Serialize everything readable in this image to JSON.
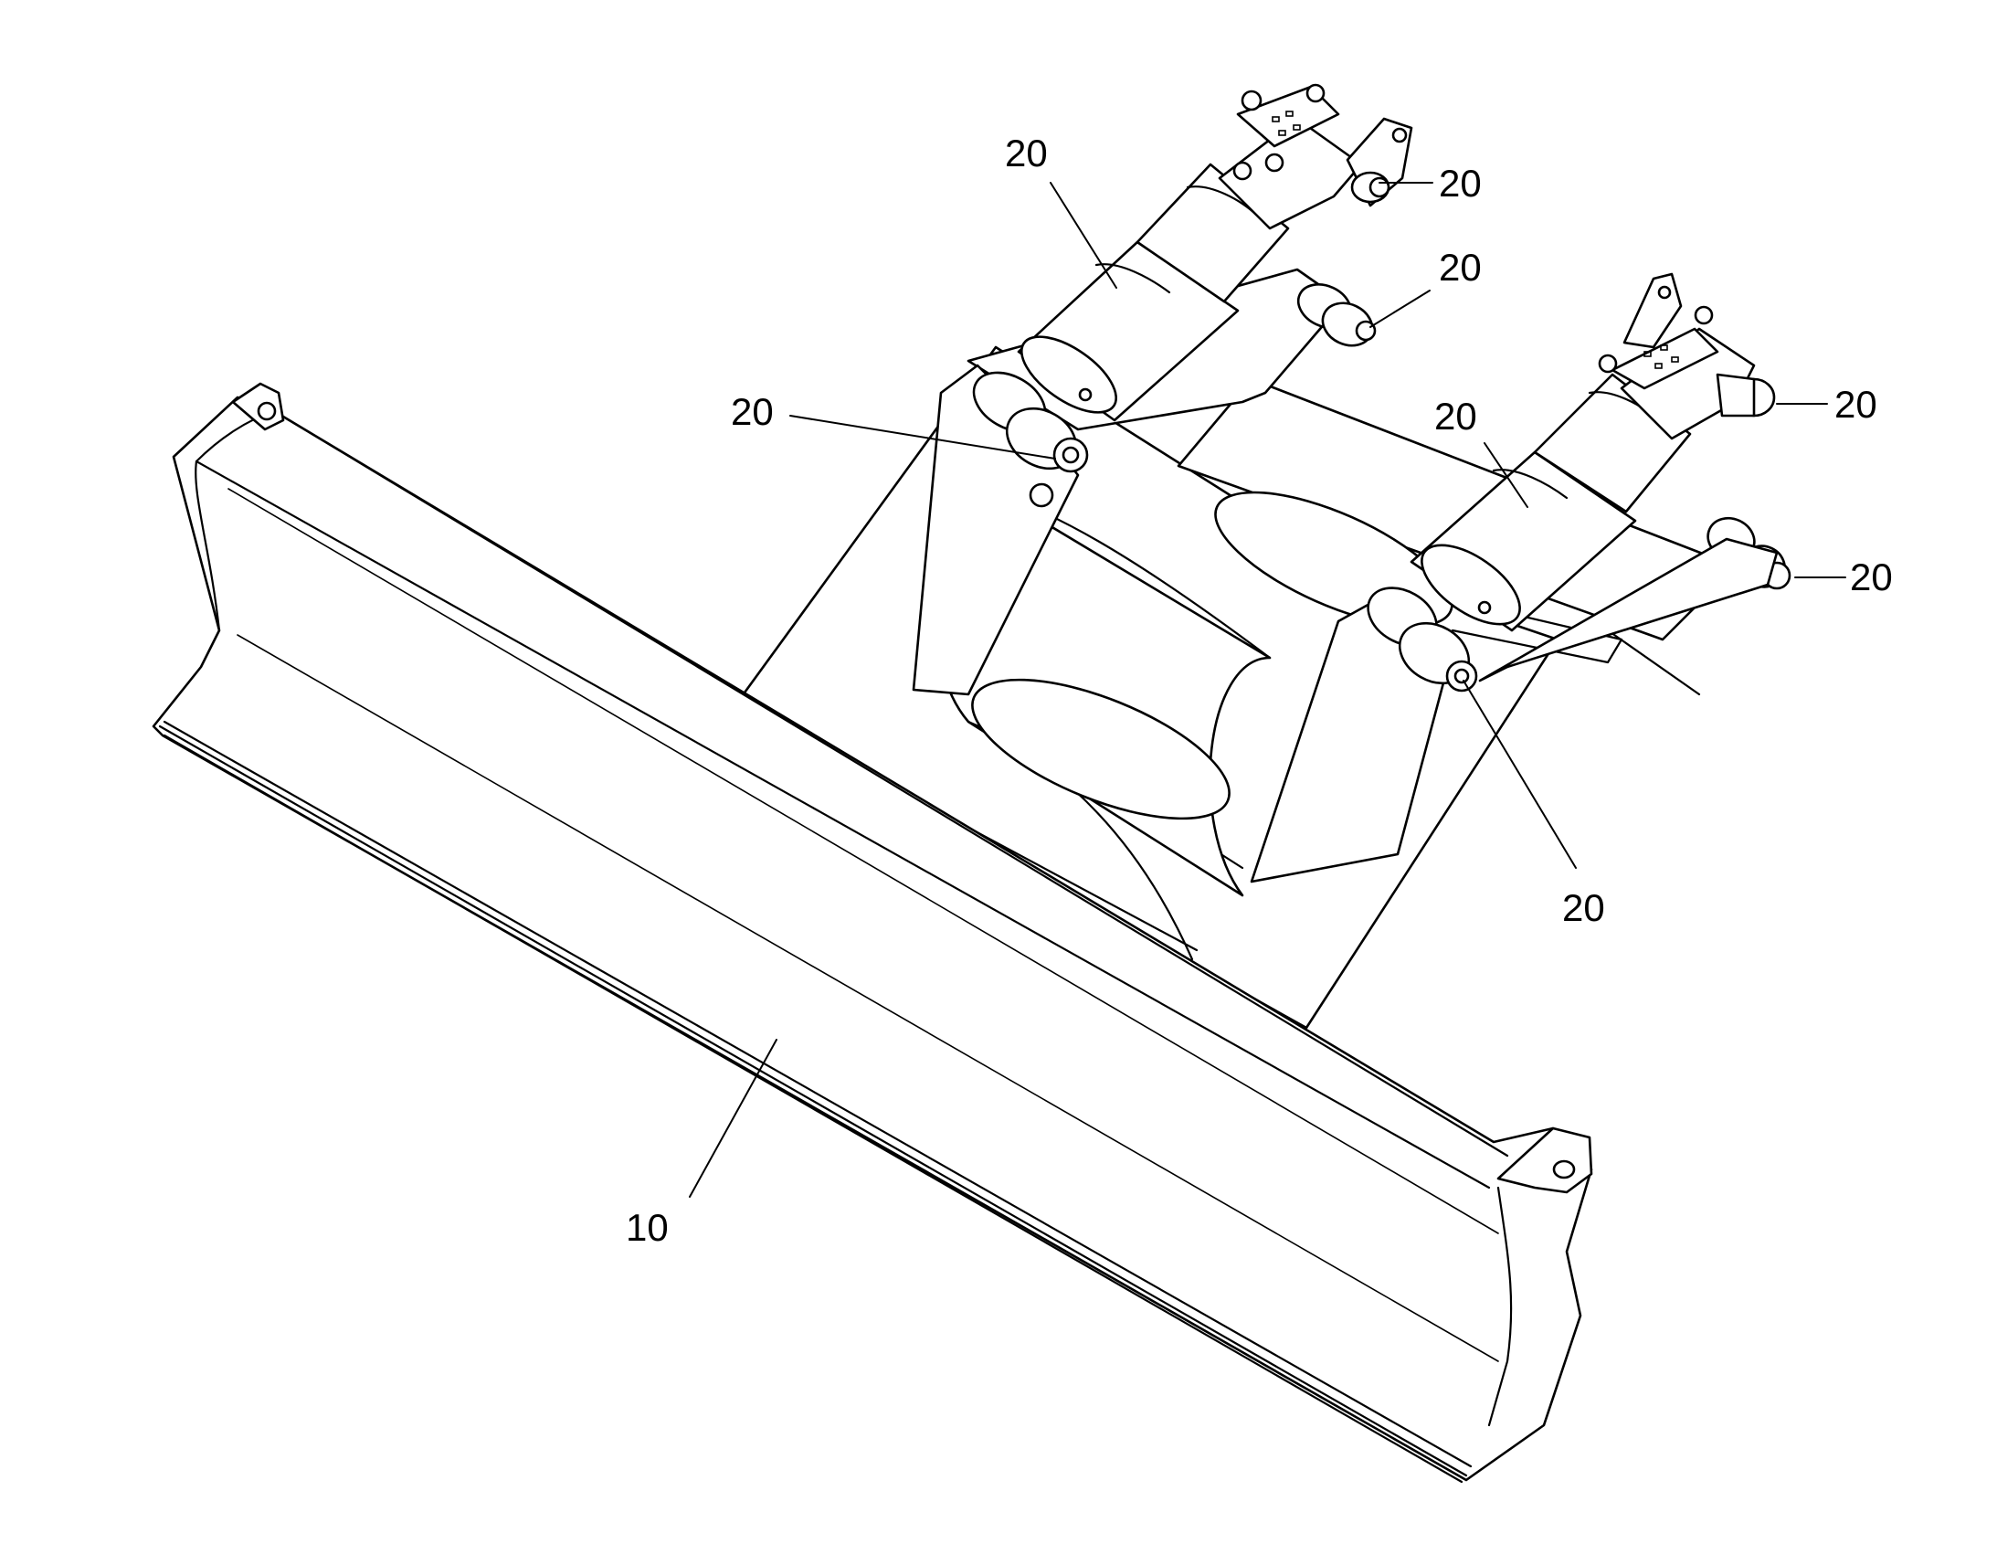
{
  "callouts": [
    {
      "id": "c1",
      "text": "20"
    },
    {
      "id": "c2",
      "text": "20"
    },
    {
      "id": "c3",
      "text": "20"
    },
    {
      "id": "c4",
      "text": "20"
    },
    {
      "id": "c5",
      "text": "20"
    },
    {
      "id": "c6",
      "text": "20"
    },
    {
      "id": "c7",
      "text": "20"
    },
    {
      "id": "c8",
      "text": "20"
    },
    {
      "id": "c9",
      "text": "10"
    }
  ],
  "colors": {
    "line": "#000000",
    "background": "#ffffff"
  }
}
